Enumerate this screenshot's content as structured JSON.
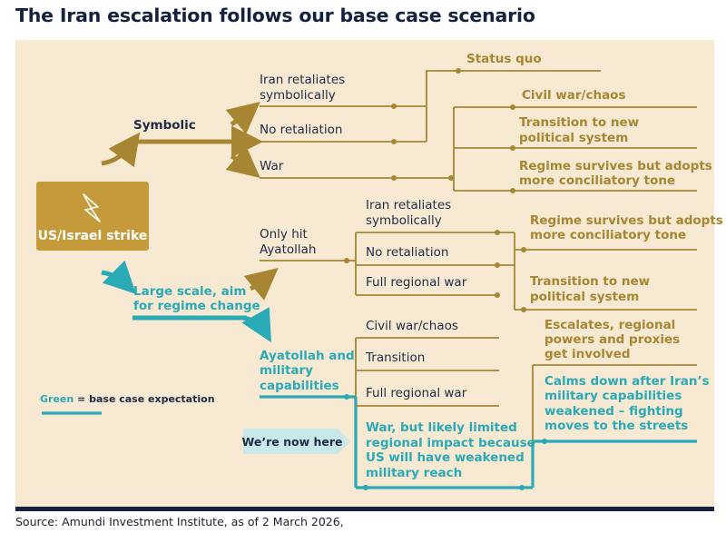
{
  "title": "The Iran escalation follows our base case scenario",
  "source": "Source: Amundi Investment Institute, as of 2 March 2026,",
  "colors": {
    "gold": "#a88532",
    "teal": "#2aaab6",
    "navy": "#14213f",
    "panel": "#f8ead2",
    "start_box": "#c49a3a"
  },
  "start": {
    "label": "US/Israel strike",
    "icon": "lightning-bolt-icon"
  },
  "legend": {
    "highlight": "Green",
    "text": " = base case expectation"
  },
  "now_marker": "We’re now here",
  "symbolic": {
    "label": "Symbolic",
    "branches": [
      {
        "lines": [
          "Iran retaliates",
          "symbolically"
        ]
      },
      {
        "lines": [
          "No retaliation"
        ]
      },
      {
        "lines": [
          "War"
        ]
      }
    ],
    "outcomes": [
      {
        "lines": [
          "Status quo"
        ]
      },
      {
        "lines": [
          "Civil war/chaos"
        ]
      },
      {
        "lines": [
          "Transition to new",
          "political system"
        ]
      },
      {
        "lines": [
          "Regime survives but adopts",
          "more conciliatory tone"
        ]
      }
    ]
  },
  "large_scale": {
    "label": [
      "Large scale, aim",
      "for regime change"
    ],
    "only_hit": {
      "label": [
        "Only hit",
        "Ayatollah"
      ],
      "branches": [
        {
          "lines": [
            "Iran retaliates",
            "symbolically"
          ]
        },
        {
          "lines": [
            "No retaliation"
          ]
        },
        {
          "lines": [
            "Full regional war"
          ]
        }
      ],
      "outcomes": [
        {
          "lines": [
            "Regime survives but adopts",
            "more conciliatory tone"
          ]
        },
        {
          "lines": [
            "Transition to new",
            "political system"
          ]
        }
      ]
    },
    "ayatollah_military": {
      "label": [
        "Ayatollah and",
        "military",
        "capabilities"
      ],
      "branches": [
        {
          "lines": [
            "Civil war/chaos"
          ]
        },
        {
          "lines": [
            "Transition"
          ]
        },
        {
          "lines": [
            "Full regional war"
          ]
        },
        {
          "lines": [
            "War, but likely limited",
            "regional impact because",
            "US will have weakened",
            "military reach"
          ]
        }
      ],
      "outcomes": [
        {
          "lines": [
            "Escalates, regional",
            "powers and proxies",
            "get involved"
          ]
        },
        {
          "lines": [
            "Calms down after Iran’s",
            "military capabilities",
            "weakened – fighting",
            "moves to the streets"
          ]
        }
      ]
    }
  }
}
